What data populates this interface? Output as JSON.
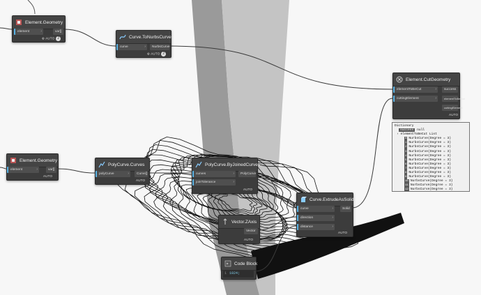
{
  "colors": {
    "canvas": "#f7f7f7",
    "node_bg": "#3c3c3c",
    "port_accent": "#5ab4e6",
    "geometry_dark": "#9a9a9a",
    "geometry_light": "#c4c4c4"
  },
  "auto_label": "AUTO",
  "nodes": {
    "geometry_top": {
      "title": "Element.Geometry",
      "icon": "element-geometry-icon",
      "input": "element",
      "output": "var[]",
      "badge": "2"
    },
    "to_nurbs": {
      "title": "Curve.ToNurbsCurve",
      "icon": "curve-icon",
      "input": "curve",
      "output": "NurbsCurve",
      "badge": "2"
    },
    "cut_geometry": {
      "title": "Element.CutGeometry",
      "icon": "cut-geometry-icon",
      "inputs": [
        "elementToBeCut",
        "cuttingElement"
      ],
      "outputs": [
        "success",
        "elementToBeCut",
        "cuttingElement"
      ]
    },
    "geometry_mid": {
      "title": "Element.Geometry",
      "icon": "element-geometry-icon",
      "input": "element",
      "output": "var[]"
    },
    "polycurve_curves": {
      "title": "PolyCurve.Curves",
      "icon": "polycurve-icon",
      "input": "polyCurve",
      "output": "Curve[]"
    },
    "by_joined": {
      "title": "PolyCurve.ByJoinedCurves",
      "icon": "polycurve-icon",
      "inputs": [
        "curves",
        "joinTolerance"
      ],
      "output": "PolyCurve"
    },
    "extrude": {
      "title": "Curve.ExtrudeAsSolid",
      "icon": "extrude-icon",
      "inputs": [
        "curve",
        "direction",
        "distance"
      ],
      "output": "Solid"
    },
    "zaxis": {
      "title": "Vector.ZAxis",
      "icon": "vector-icon",
      "output": "Vector"
    },
    "code_block": {
      "title": "Code Block",
      "icon": "code-block-icon",
      "line_number": "1",
      "code": "1024;"
    }
  },
  "watch": {
    "header": "Dictionary",
    "success_key": "success",
    "success_value": "null",
    "list_key": "elementToBeCut",
    "list_type": "List",
    "items": [
      {
        "index": "0",
        "text": "NurbsCurve(Degree = 3)"
      },
      {
        "index": "1",
        "text": "NurbsCurve(Degree = 3)"
      },
      {
        "index": "2",
        "text": "NurbsCurve(Degree = 3)"
      },
      {
        "index": "3",
        "text": "NurbsCurve(Degree = 3)"
      },
      {
        "index": "4",
        "text": "NurbsCurve(Degree = 3)"
      },
      {
        "index": "5",
        "text": "NurbsCurve(Degree = 3)"
      },
      {
        "index": "6",
        "text": "NurbsCurve(Degree = 3)"
      },
      {
        "index": "7",
        "text": "NurbsCurve(Degree = 3)"
      },
      {
        "index": "8",
        "text": "NurbsCurve(Degree = 3)"
      },
      {
        "index": "9",
        "text": "NurbsCurve(Degree = 3)"
      },
      {
        "index": "10",
        "text": "NurbsCurve(Degree = 3)"
      },
      {
        "index": "11",
        "text": "NurbsCurve(Degree = 3)"
      },
      {
        "index": "12",
        "text": "NurbsCurve(Degree = 3)"
      },
      {
        "index": "13",
        "text": "NurbsCurve(Degree = 3)"
      }
    ]
  }
}
